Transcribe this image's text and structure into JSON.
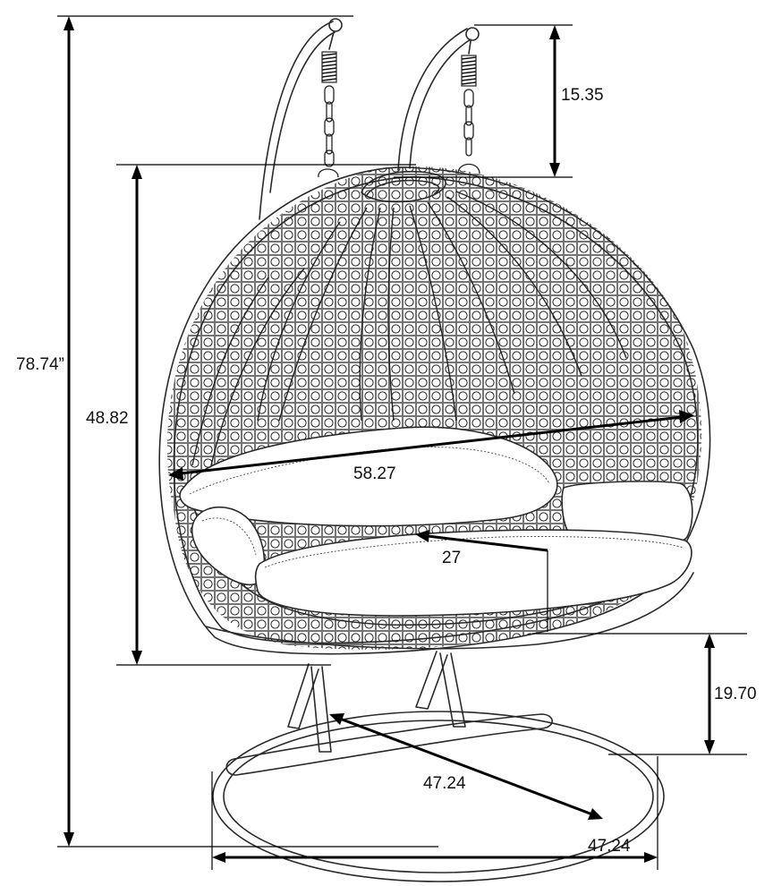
{
  "figure": {
    "kind": "dimension drawing",
    "subject": "double hanging egg swing chair with stand"
  },
  "dimensions": {
    "total_height": "78.74”",
    "chain_height": "15.35",
    "basket_height": "48.82",
    "basket_width": "58.27",
    "seat_depth": "27",
    "seat_height": "19.70",
    "base_depth": "47.24",
    "base_width": "47.24"
  },
  "colors": {
    "line": "#2a2a2a",
    "dimension": "#000000",
    "background": "#ffffff"
  }
}
